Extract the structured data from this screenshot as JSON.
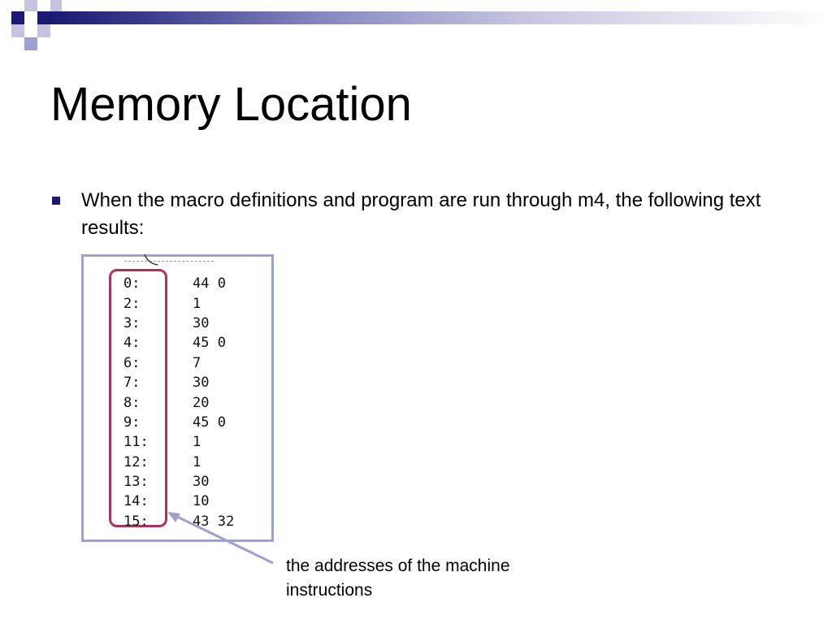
{
  "slide": {
    "title": "Memory Location",
    "bullet": "When the macro definitions and program are run through m4, the following text results:",
    "annotation": "the addresses of the machine instructions",
    "colors": {
      "accent": "#1a1a72",
      "box_border": "#a0a0d0",
      "highlight": "#b03060"
    }
  },
  "code_listing": {
    "rows": [
      {
        "addr": "0:",
        "val": "44 0"
      },
      {
        "addr": "2:",
        "val": "1"
      },
      {
        "addr": "3:",
        "val": "30"
      },
      {
        "addr": "4:",
        "val": "45 0"
      },
      {
        "addr": "6:",
        "val": "7"
      },
      {
        "addr": "7:",
        "val": "30"
      },
      {
        "addr": "8:",
        "val": "20"
      },
      {
        "addr": "9:",
        "val": "45 0"
      },
      {
        "addr": "11:",
        "val": "1"
      },
      {
        "addr": "12:",
        "val": "1"
      },
      {
        "addr": "13:",
        "val": "30"
      },
      {
        "addr": "14:",
        "val": "10"
      },
      {
        "addr": "15:",
        "val": "43 32"
      }
    ]
  }
}
